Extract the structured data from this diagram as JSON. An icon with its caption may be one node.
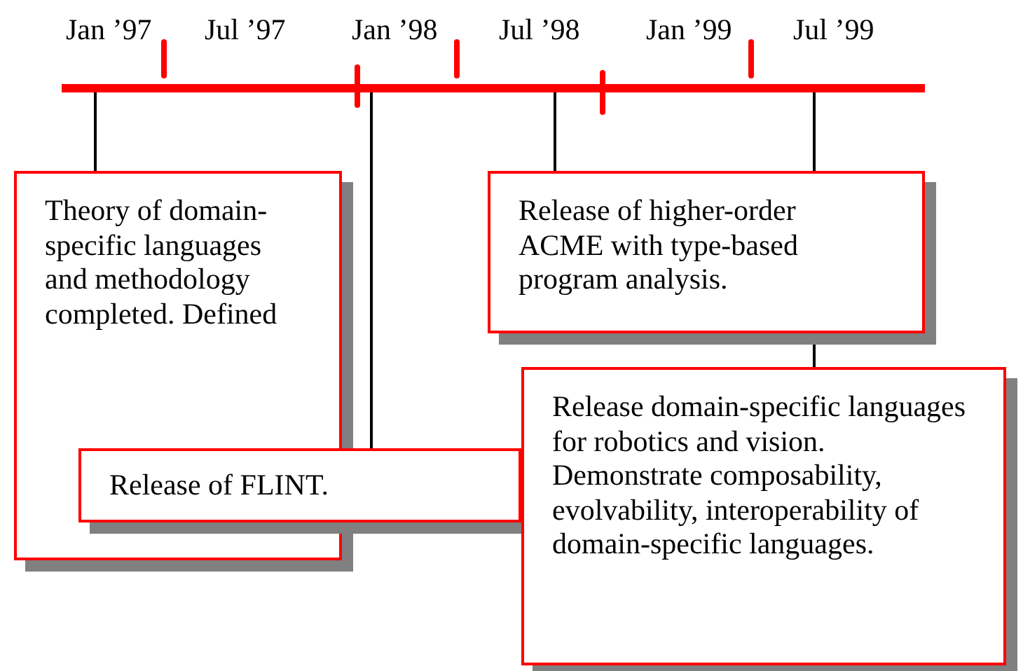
{
  "diagram": {
    "nodes": [
      {
        "text": [],
        "shape": "bar"
      },
      {
        "text": [
          "Theory of domain-specific languages and methodology completed. Defined"
        ]
      },
      {
        "text": [
          "Release of higher-order ACME with type-based program analysis."
        ]
      },
      {
        "text": [
          "Release of FLINT."
        ]
      },
      {
        "text": [
          "Release domain-specific languages for robotics and vision.  Demonstrate composability, evolvability, interoperability of domain-specific languages."
        ]
      }
    ],
    "edges": [
      {
        "from": 1,
        "to": 0,
        "arrow": "none"
      },
      {
        "from": 3,
        "to": 0,
        "arrow": "none"
      },
      {
        "from": 2,
        "to": 0,
        "arrow": "none"
      },
      {
        "from": 4,
        "to": 0,
        "arrow": "none"
      }
    ],
    "labels": [
      "Jan ’97",
      "Jul ’97",
      "Jan ’98",
      "Jul ’98",
      "Jan ’99",
      "Jul ’99"
    ]
  }
}
